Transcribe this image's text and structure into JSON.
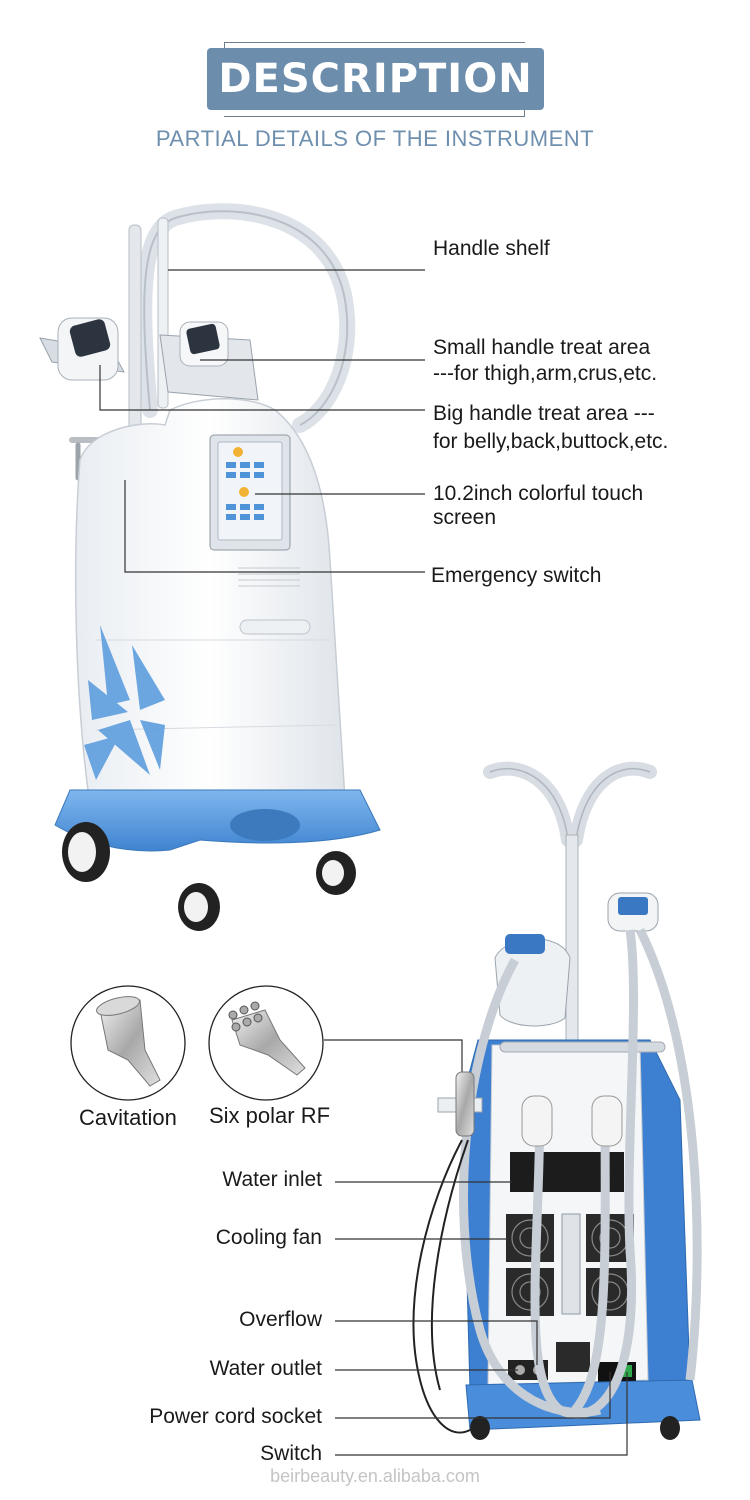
{
  "header": {
    "title": "DESCRIPTION",
    "subtitle": "PARTIAL DETAILS OF THE INSTRUMENT"
  },
  "front_labels": [
    {
      "id": "handle-shelf",
      "lines": [
        "Handle shelf"
      ]
    },
    {
      "id": "small-handle",
      "lines": [
        "Small handle treat area",
        "---for thigh,arm,crus,etc."
      ]
    },
    {
      "id": "big-handle",
      "lines": [
        "Big handle treat area ---",
        "for belly,back,buttock,etc."
      ]
    },
    {
      "id": "touch-screen",
      "lines": [
        "10.2inch colorful touch",
        "screen"
      ]
    },
    {
      "id": "emergency-switch",
      "lines": [
        "Emergency switch"
      ]
    }
  ],
  "probes": [
    {
      "id": "cavitation",
      "label": "Cavitation"
    },
    {
      "id": "six-polar-rf",
      "label": "Six polar RF"
    }
  ],
  "back_labels": [
    {
      "id": "water-inlet",
      "label": "Water inlet"
    },
    {
      "id": "cooling-fan",
      "label": "Cooling fan"
    },
    {
      "id": "overflow",
      "label": "Overflow"
    },
    {
      "id": "water-outlet",
      "label": "Water outlet"
    },
    {
      "id": "power-cord-socket",
      "label": "Power cord socket"
    },
    {
      "id": "switch",
      "label": "Switch"
    }
  ],
  "colors": {
    "accent": "#6d8dad",
    "machine_blue": "#5e9ede",
    "subtitle": "#6e8fae"
  },
  "footer": {
    "watermark": "beirbeauty.en.alibaba.com"
  }
}
